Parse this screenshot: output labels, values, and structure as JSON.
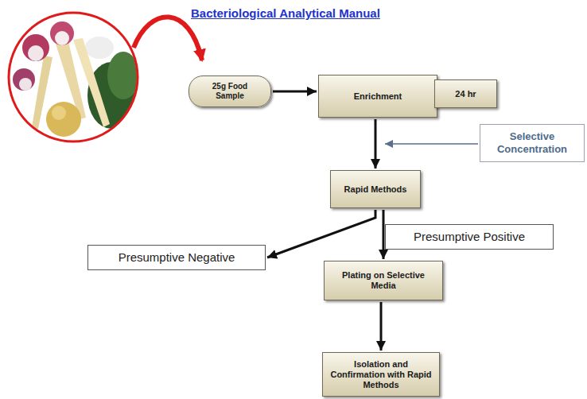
{
  "diagram": {
    "title": "Bacteriological Analytical Manual",
    "nodes": [
      {
        "text": [
          "25g Food Sample"
        ]
      },
      {
        "text": [
          "Enrichment"
        ]
      },
      {
        "text": [
          "24 hr"
        ]
      },
      {
        "text": [
          "Selective Concentration"
        ]
      },
      {
        "text": [
          "Rapid Methods"
        ]
      },
      {
        "text": [
          "Presumptive Negative"
        ]
      },
      {
        "text": [
          "Presumptive Positive"
        ]
      },
      {
        "text": [
          "Plating on Selective Media"
        ]
      },
      {
        "text": [
          "Isolation and Confirmation with Rapid Methods"
        ]
      }
    ],
    "edges": [
      {
        "from": 0,
        "to": 1,
        "arrow": "to"
      },
      {
        "from": 1,
        "to": 4,
        "arrow": "to"
      },
      {
        "from": 4,
        "to": 5,
        "arrow": "to"
      },
      {
        "from": 4,
        "to": 7,
        "arrow": "to"
      },
      {
        "from": 7,
        "to": 8,
        "arrow": "to"
      }
    ]
  }
}
